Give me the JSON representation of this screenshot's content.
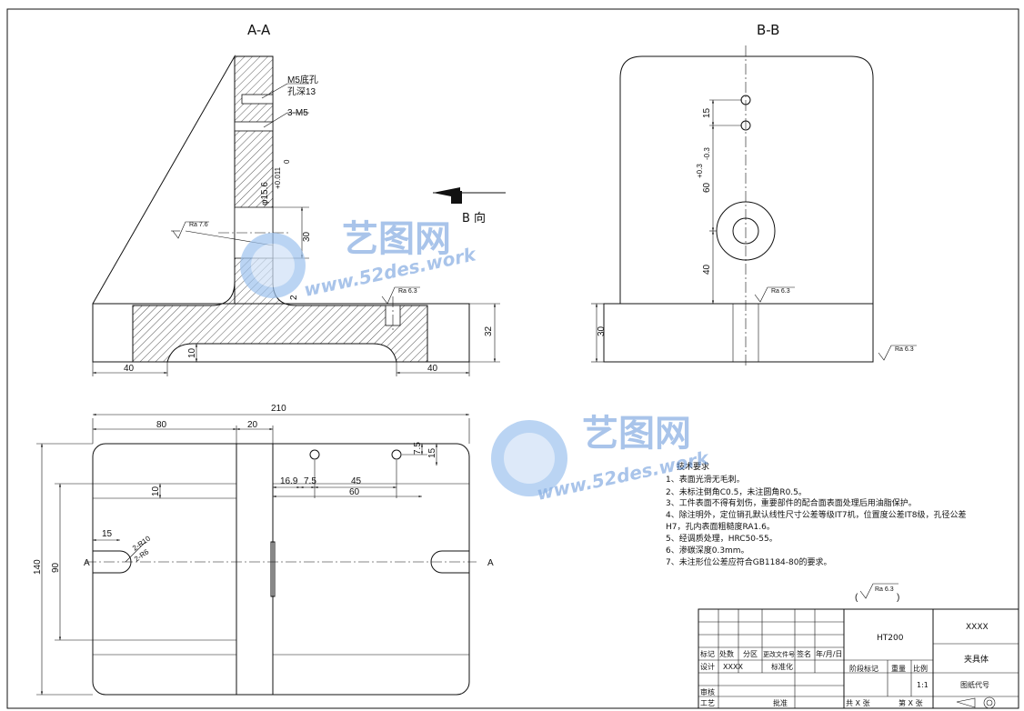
{
  "views": {
    "aa": {
      "title": "A-A"
    },
    "bb": {
      "title": "B-B"
    }
  },
  "section_aa": {
    "callout_thread1": "M5底孔",
    "callout_thread2": "孔深13",
    "callout_3m5": "3-M5",
    "dim_hole": "φ15.6",
    "dim_hole_tol": "+0.011",
    "dim_hole_tol_low": "0",
    "dim_30": "30",
    "roughness_left": "Ra 7.6",
    "roughness_right": "Ra 6.3",
    "dim_40_left": "40",
    "dim_40_right": "40",
    "dim_10": "10",
    "dim_32": "32",
    "dim_2": "2",
    "section_a_left": "A",
    "section_a_right": "A",
    "b_arrow_label": "B 向"
  },
  "section_bb": {
    "dim_15": "15",
    "dim_60": "60",
    "dim_60_tol": "+0.3",
    "dim_60_tol_low": "-0.3",
    "dim_40": "40",
    "dim_30": "30",
    "roughness_mid": "Ra 6.3",
    "roughness_right": "Ra 6.3"
  },
  "plan_view": {
    "dim_210": "210",
    "dim_80": "80",
    "dim_20": "20",
    "dim_140": "140",
    "dim_90": "90",
    "dim_10": "10",
    "dim_15": "15",
    "dim_r10": "2-R10",
    "dim_r6": "2-R6",
    "dim_16_9": "16.9",
    "dim_7_5a": "7.5",
    "dim_45": "45",
    "dim_60": "60",
    "dim_7_5b": "7.5",
    "dim_15b": "15"
  },
  "tech_notes": {
    "heading": "技术要求",
    "items": [
      "1、表面光滑无毛刺。",
      "2、未标注倒角C0.5，未注圆角R0.5。",
      "3、工件表面不得有划伤，重要部件的配合面表面处理后用油脂保护。",
      "4、除注明外，定位销孔默认线性尺寸公差等级IT7机，位置度公差IT8级，孔径公差",
      "H7，孔内表面粗糙度RA1.6。",
      "5、经调质处理，HRC50-55。",
      "6、渗碳深度0.3mm。",
      "7、未注形位公差应符合GB1184-80的要求。"
    ],
    "general_roughness": "Ra 6.3"
  },
  "title_block": {
    "material": "HT200",
    "part_code": "XXXX",
    "part_name": "夹具体",
    "drawing_no_label": "图纸代号",
    "stage_label": "阶段标记",
    "weight_label": "重量",
    "scale_label": "比例",
    "scale_value": "1:1",
    "sheets_total": "共 X 张",
    "sheet_no": "第 X 张",
    "row_labels": {
      "mark": "标记",
      "count": "处数",
      "zone": "分区",
      "doc_no": "更改文件号",
      "sign": "签名",
      "date": "年/月/日",
      "design": "设计",
      "designer": "XXXX",
      "standard": "标准化",
      "review": "审核",
      "process": "工艺",
      "approve": "批准"
    }
  },
  "watermark": {
    "brand": "艺图网",
    "url": "www.52des.work"
  }
}
